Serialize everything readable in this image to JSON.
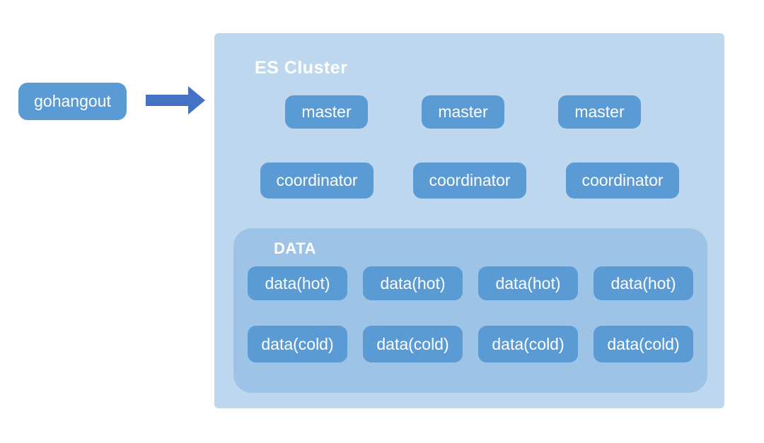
{
  "diagram": {
    "source": {
      "label": "gohangout"
    },
    "cluster": {
      "title": "ES Cluster",
      "masters": [
        "master",
        "master",
        "master"
      ],
      "coordinators": [
        "coordinator",
        "coordinator",
        "coordinator"
      ],
      "data_group": {
        "title": "DATA",
        "hot_nodes": [
          "data(hot)",
          "data(hot)",
          "data(hot)",
          "data(hot)"
        ],
        "cold_nodes": [
          "data(cold)",
          "data(cold)",
          "data(cold)",
          "data(cold)"
        ]
      }
    }
  },
  "colors": {
    "node-fill": "#5b9bd5",
    "cluster-bg": "#bdd7ee",
    "data-group-bg": "#9dc3e6",
    "arrow-fill": "#4472c4",
    "node-text": "#ffffff",
    "canvas-bg": "#ffffff"
  }
}
